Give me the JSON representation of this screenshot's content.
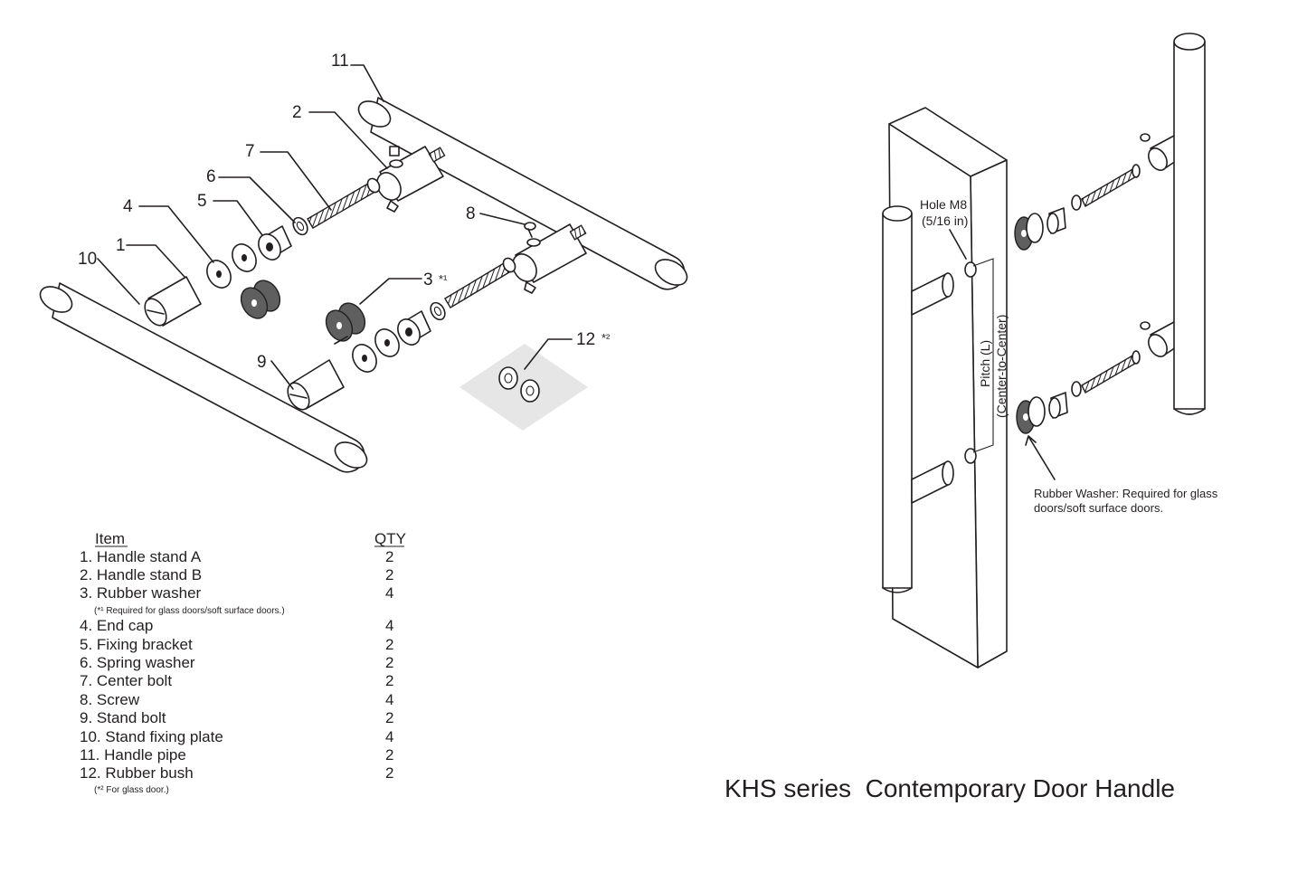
{
  "title": "KHS series  Contemporary Door Handle",
  "callouts": {
    "c1": "1",
    "c2": "2",
    "c3": "3",
    "c3_sup": "*¹",
    "c4": "4",
    "c5": "5",
    "c6": "6",
    "c7": "7",
    "c8": "8",
    "c9": "9",
    "c10": "10",
    "c11": "11",
    "c12": "12",
    "c12_sup": "*²"
  },
  "parts_table": {
    "header_item": "Item",
    "header_qty": "QTY",
    "rows": [
      {
        "label": "1. Handle stand A",
        "qty": "2"
      },
      {
        "label": "2. Handle stand B",
        "qty": "2"
      },
      {
        "label": "3. Rubber washer",
        "qty": "4"
      },
      {
        "label": "4. End cap",
        "qty": "4"
      },
      {
        "label": "5. Fixing bracket",
        "qty": "2"
      },
      {
        "label": "6. Spring washer",
        "qty": "2"
      },
      {
        "label": "7. Center bolt",
        "qty": "2"
      },
      {
        "label": "8. Screw",
        "qty": "4"
      },
      {
        "label": "9. Stand bolt",
        "qty": "2"
      },
      {
        "label": "10. Stand fixing plate",
        "qty": "4"
      },
      {
        "label": "11. Handle pipe",
        "qty": "2"
      },
      {
        "label": "12. Rubber bush",
        "qty": "2"
      }
    ],
    "note_1": "(*¹ Required for glass doors/soft surface doors.)",
    "note_2": "(*² For glass door.)"
  },
  "annotations": {
    "hole_line1": "Hole M8",
    "hole_line2": "(5/16 in)",
    "pitch_line1": "Pitch (L)",
    "pitch_line2": "(Center-to-Center)",
    "washer_line1": "Rubber Washer: Required for glass",
    "washer_line2": "doors/soft surface doors."
  }
}
